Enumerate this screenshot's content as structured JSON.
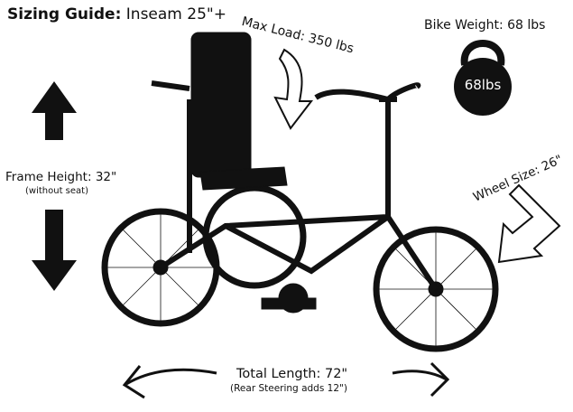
{
  "title": {
    "label": "Sizing Guide:",
    "value": "Inseam 25\"+"
  },
  "max_load": "Max Load: 350 lbs",
  "bike_weight": {
    "label": "Bike Weight: 68 lbs",
    "badge": "68lbs"
  },
  "frame_height": {
    "label": "Frame Height: 32\"",
    "note": "(without seat)"
  },
  "wheel_size": "Wheel Size: 26\"",
  "total_length": {
    "label": "Total Length: 72\"",
    "note": "(Rear Steering adds 12\")"
  }
}
